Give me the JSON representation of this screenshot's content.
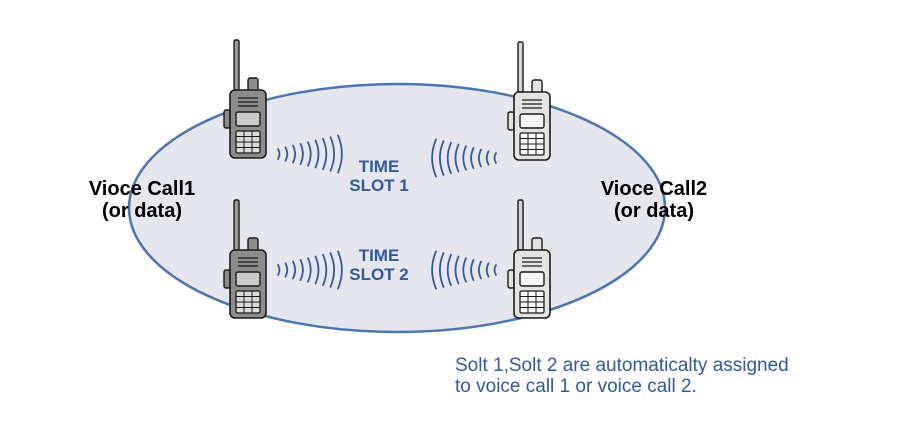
{
  "calls": {
    "left": {
      "line1": "Vioce Call1",
      "line2": "(or data)"
    },
    "right": {
      "line1": "Vioce Call2",
      "line2": "(or data)"
    }
  },
  "slots": [
    {
      "line1": "TIME",
      "line2": "SLOT 1"
    },
    {
      "line1": "TIME",
      "line2": "SLOT 2"
    }
  ],
  "caption": {
    "line1": "Solt 1,Solt 2 are automaticalty assigned",
    "line2": "to voice call 1 or voice call 2."
  },
  "colors": {
    "ellipse_fill": "#e6e7ec",
    "ellipse_stroke": "#4a75b5",
    "accent_text": "#2f5a9e",
    "radio_dark": "#8c8c8c",
    "radio_light": "#e3e3e3"
  },
  "icons": [
    "walkie-talkie-icon",
    "radio-wave-icon"
  ]
}
